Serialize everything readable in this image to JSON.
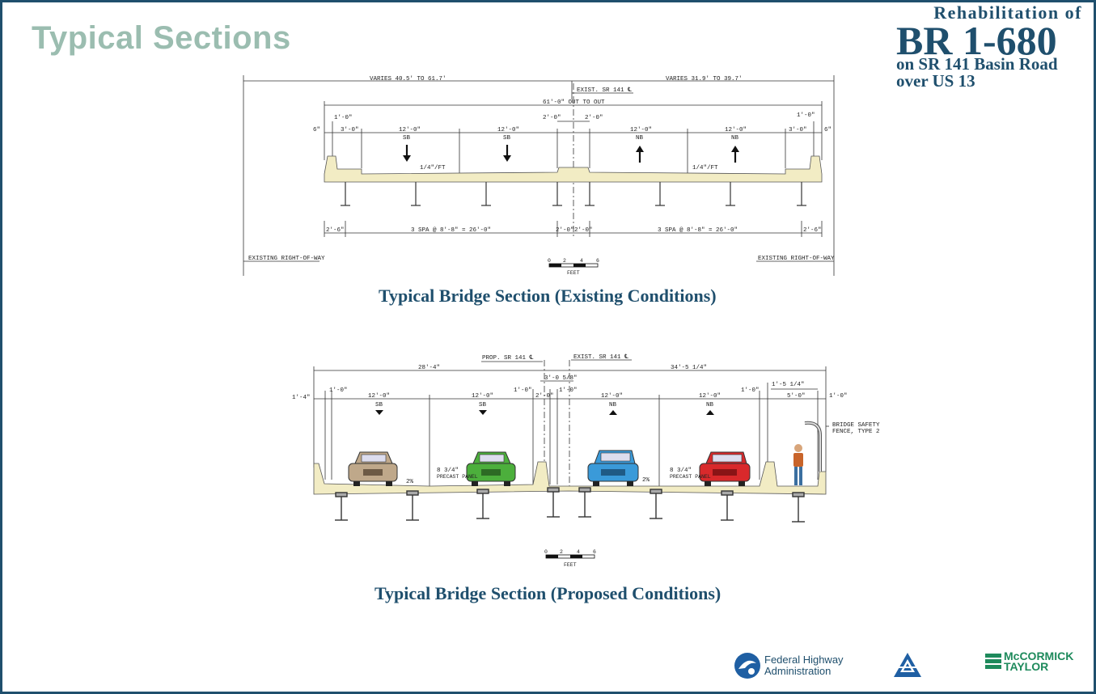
{
  "page": {
    "title": "Typical Sections"
  },
  "project": {
    "line1": "Rehabilitation of",
    "line2": "BR 1-680",
    "line3": "on SR 141 Basin Road",
    "line4": "over US 13"
  },
  "existing": {
    "caption": "Typical Bridge Section (Existing Conditions)",
    "dims": {
      "varies_left": "VARIES 40.5' TO 61.7'",
      "varies_right": "VARIES 31.9' TO 39.7'",
      "exist_cl": "EXIST. SR 141 ℄",
      "out_to_out": "61'-0\" OUT TO OUT",
      "one_ft": "1'-0\"",
      "six_in": "6\"",
      "three_ft": "3'-0\"",
      "twelve_ft": "12'-0\"",
      "two_ft": "2'-0\"",
      "slope": "1/4\"/FT",
      "two_six": "2'-6\"",
      "spans": "3 SPA @ 8'-8\" = 26'-0\"",
      "row": "EXISTING RIGHT-OF-WAY"
    },
    "lanes": [
      "SB",
      "SB",
      "NB",
      "NB"
    ]
  },
  "proposed": {
    "caption": "Typical Bridge Section (Proposed Conditions)",
    "dims": {
      "prop_cl": "PROP. SR 141 ℄",
      "exist_cl": "EXIST. SR 141 ℄",
      "left_w": "28'-4\"",
      "right_w": "34'-5 1/4\"",
      "offset": "3'-0 5/8\"",
      "one_four": "1'-4\"",
      "one_ft": "1'-0\"",
      "twelve_ft": "12'-0\"",
      "two_ft": "2'-0\"",
      "one_five": "1'-5 1/4\"",
      "five_ft": "5'-0\"",
      "fence": "BRIDGE SAFETY FENCE, TYPE 2",
      "slab": "8 3/4\"",
      "panel": "PRECAST PANEL",
      "slope": "2%"
    },
    "lanes": [
      "SB",
      "SB",
      "NB",
      "NB"
    ]
  },
  "scale": {
    "labels": [
      "0",
      "2",
      "4",
      "6"
    ],
    "unit": "FEET"
  },
  "logos": {
    "fhwa": {
      "line1": "Federal Highway",
      "line2": "Administration"
    },
    "mccormick": {
      "line1": "McCORMICK",
      "line2": "TAYLOR"
    }
  },
  "colors": {
    "accent": "#1f4f6d",
    "title": "#9bbdb0",
    "deck": "#f2ecc4",
    "brand_green": "#1e8a5c"
  }
}
